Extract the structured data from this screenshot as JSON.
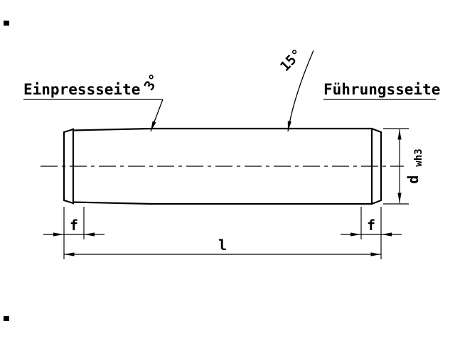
{
  "drawing": {
    "type": "technical-drawing-dowel-pin",
    "background_color": "#ffffff",
    "line_color": "#000000",
    "labels": {
      "press_side": "Einpressseite",
      "guide_side": "Führungsseite",
      "left_taper_angle": "3°",
      "right_chamfer_angle": "15°"
    },
    "dimensions": {
      "chamfer_length_left": "f",
      "chamfer_length_right": "f",
      "overall_length": "l",
      "diameter_symbol": "d",
      "diameter_subscript": "wh3"
    }
  }
}
